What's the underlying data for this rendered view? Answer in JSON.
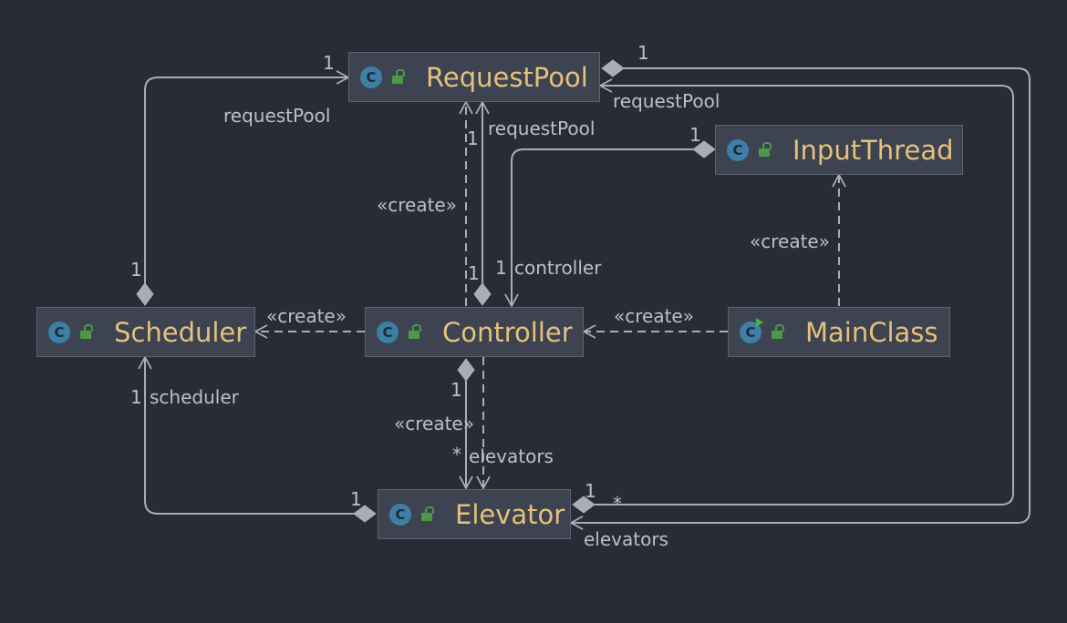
{
  "diagram": {
    "nodes": [
      {
        "id": "requestpool",
        "name": "RequestPool",
        "kind": "class"
      },
      {
        "id": "inputthread",
        "name": "InputThread",
        "kind": "class"
      },
      {
        "id": "scheduler",
        "name": "Scheduler",
        "kind": "class"
      },
      {
        "id": "controller",
        "name": "Controller",
        "kind": "class"
      },
      {
        "id": "mainclass",
        "name": "MainClass",
        "kind": "runnable-class"
      },
      {
        "id": "elevator",
        "name": "Elevator",
        "kind": "class"
      }
    ],
    "class_icon_letter": "C",
    "labels": {
      "one": "1",
      "many": "*",
      "create": "«create»",
      "request_pool": "requestPool",
      "controller": "controller",
      "scheduler": "scheduler",
      "elevators": "elevators"
    },
    "edges": [
      {
        "from": "scheduler",
        "to": "requestpool",
        "type": "composition",
        "role": "requestPool"
      },
      {
        "from": "controller",
        "to": "requestpool",
        "type": "composition",
        "role": "requestPool"
      },
      {
        "from": "controller",
        "to": "requestpool",
        "type": "dependency",
        "label": "«create»"
      },
      {
        "from": "elevator",
        "to": "requestpool",
        "type": "composition",
        "role": "requestPool"
      },
      {
        "from": "inputthread",
        "to": "controller",
        "type": "composition",
        "role": "controller"
      },
      {
        "from": "mainclass",
        "to": "inputthread",
        "type": "dependency",
        "label": "«create»"
      },
      {
        "from": "mainclass",
        "to": "controller",
        "type": "dependency",
        "label": "«create»"
      },
      {
        "from": "controller",
        "to": "scheduler",
        "type": "dependency",
        "label": "«create»"
      },
      {
        "from": "controller",
        "to": "elevator",
        "type": "composition",
        "role": "elevators"
      },
      {
        "from": "controller",
        "to": "elevator",
        "type": "dependency",
        "label": "«create»"
      },
      {
        "from": "elevator",
        "to": "scheduler",
        "type": "composition",
        "role": "scheduler"
      },
      {
        "from": "requestpool",
        "to": "elevator",
        "type": "composition",
        "role": "elevators"
      }
    ]
  },
  "colors": {
    "background": "#282c35",
    "node_fill": "#3d4350",
    "node_border": "#5c6370",
    "node_title": "#e5c17c",
    "edge": "#a9adb5",
    "label": "#bcc0c6",
    "class_icon": "#3d7fa6",
    "lock_icon": "#4c9a47"
  }
}
